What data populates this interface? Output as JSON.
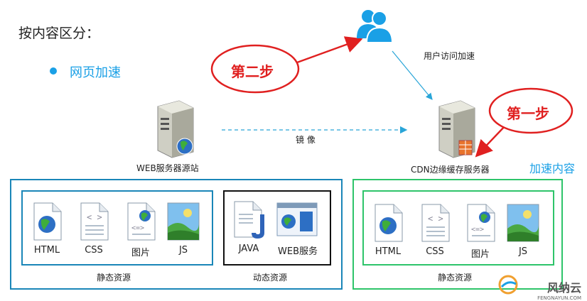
{
  "heading": "按内容区分：",
  "bullet": "网页加速",
  "users_label": "用户访问加速",
  "mirror_label": "镜  像",
  "origin_server_label": "WEB服务器源站",
  "cdn_server_label": "CDN边缘缓存服务器",
  "step1": "第一步",
  "step2": "第二步",
  "accel_content_label": "加速内容",
  "left_static": {
    "caption": "静态资源",
    "items": [
      "HTML",
      "CSS",
      "图片",
      "JS"
    ]
  },
  "dynamic": {
    "caption": "动态资源",
    "items": [
      "JAVA",
      "WEB服务"
    ]
  },
  "right_static": {
    "caption": "静态资源",
    "items": [
      "HTML",
      "CSS",
      "图片",
      "JS"
    ]
  },
  "colors": {
    "accent_blue": "#1aa0e6",
    "box_blue": "#1a86b8",
    "box_green": "#2ec46a",
    "red": "#e02020"
  },
  "watermark": "风纳云",
  "watermark_sub": "FENGNAYUN.COM"
}
